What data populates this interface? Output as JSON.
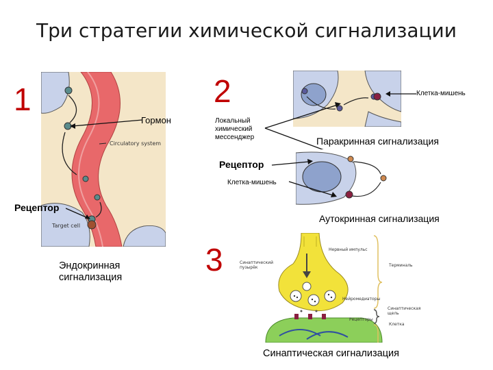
{
  "title": "Три стратегии химической сигнализации",
  "numbers": [
    "1",
    "2",
    "3"
  ],
  "labels": {
    "hormone": "Гормон",
    "circulatory_system": "Circulatory system",
    "target_cell_en": "Target cell",
    "receptor_left": "Рецептор",
    "endocrine": "Эндокринная сигнализация",
    "local_messenger": "Локальный химический мессенджер",
    "target_cell_top": "Клетка-мишень",
    "paracrine": "Паракринная сигнализация",
    "receptor_mid": "Рецептор",
    "target_cell_mid": "Клетка-мишень",
    "autocrine": "Аутокринная сигнализация",
    "synaptic": "Синаптическая сигнализация"
  },
  "synapse_labels": {
    "nerve_impulse": "Нервный импульс",
    "synaptic_vesicles": "Синаптический пузырёк",
    "terminal": "Терминаль",
    "neurotransmitters": "Нейромедиаторы",
    "synaptic_cleft": "Синаптическая щель",
    "receptors": "Рецепторы",
    "next_cell": "Клетка"
  },
  "colors": {
    "title": "#1a1a1a",
    "numbers": "#c00000",
    "vessel": "#e8686a",
    "cell_bg": "#f4e6c8",
    "cell_blue": "#c8d2ea",
    "terminal": "#f2e23a"
  }
}
